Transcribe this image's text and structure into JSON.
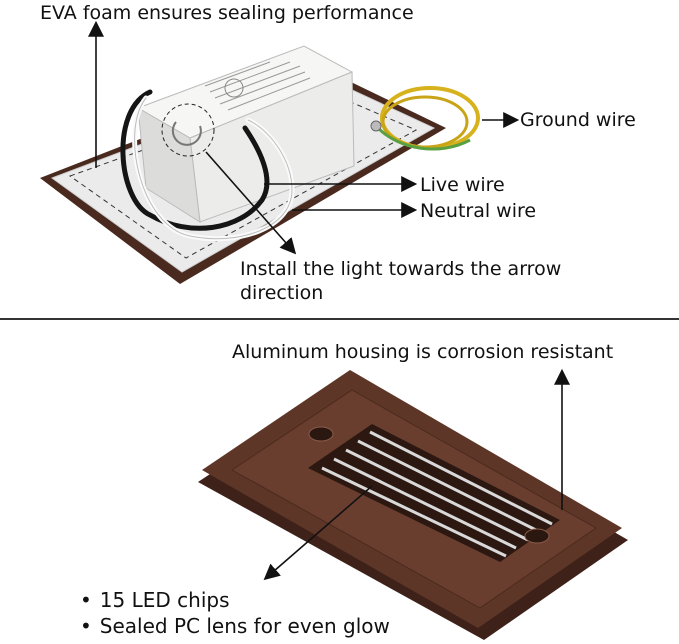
{
  "top": {
    "eva_label": "EVA foam ensures sealing performance",
    "ground_label": "Ground wire",
    "live_label": "Live wire",
    "neutral_label": "Neutral wire",
    "install_label_line1": "Install the light towards the arrow",
    "install_label_line2": "direction"
  },
  "bottom": {
    "housing_label": "Aluminum housing is corrosion resistant",
    "bullets": [
      "15 LED chips",
      "Sealed PC lens for even glow"
    ]
  },
  "colors": {
    "housing_brown": "#5a3325",
    "foam_white": "#e9e9e9",
    "driver_box": "#f3f3f1",
    "ground_wire": "#d8b21c",
    "black_wire": "#151515",
    "white_wire": "#f7f7f7"
  }
}
